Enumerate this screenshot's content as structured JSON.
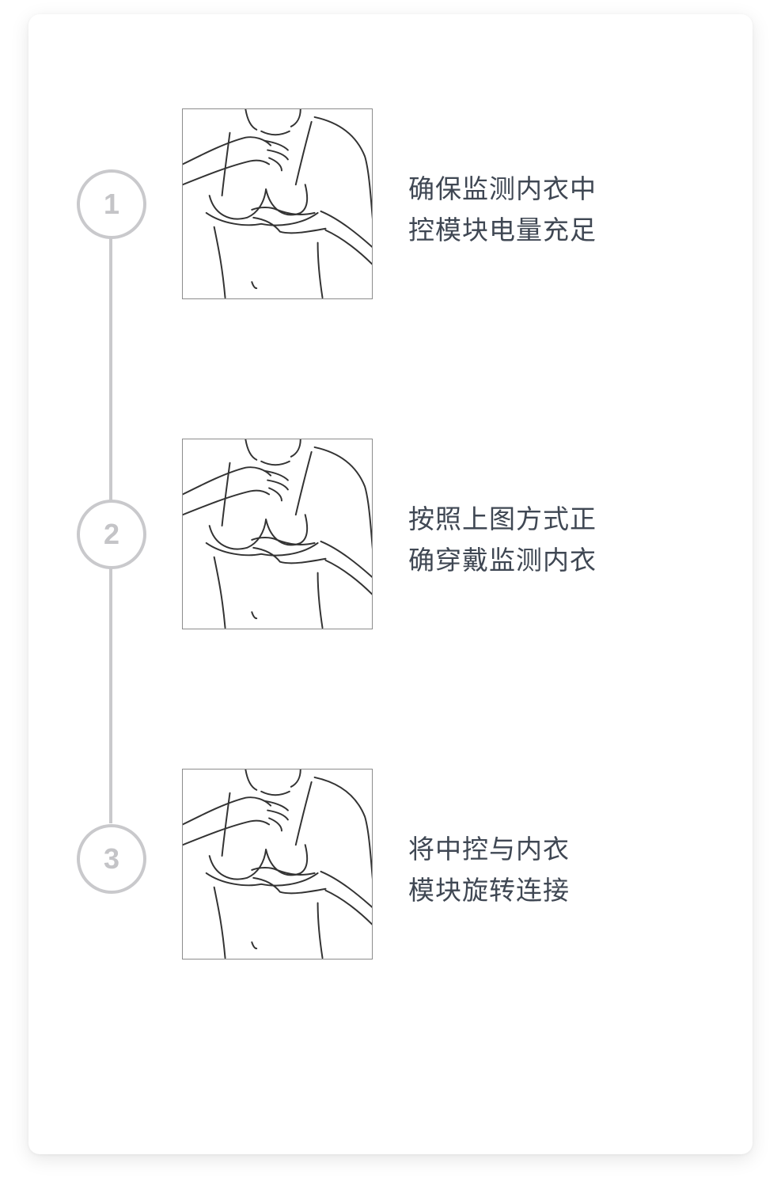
{
  "steps": [
    {
      "number": "1",
      "illustration": "bra-fitting-illustration",
      "lines": [
        "确保监测内衣中",
        "控模块电量充足"
      ]
    },
    {
      "number": "2",
      "illustration": "bra-fitting-illustration",
      "lines": [
        "按照上图方式正",
        "确穿戴监测内衣"
      ]
    },
    {
      "number": "3",
      "illustration": "bra-fitting-illustration",
      "lines": [
        "将中控与内衣",
        "模块旋转连接"
      ]
    }
  ],
  "colors": {
    "timeline": "#c9c9cc",
    "step_number": "#c4c4c7",
    "text": "#3f4753",
    "image_border": "#8c8c8c"
  }
}
